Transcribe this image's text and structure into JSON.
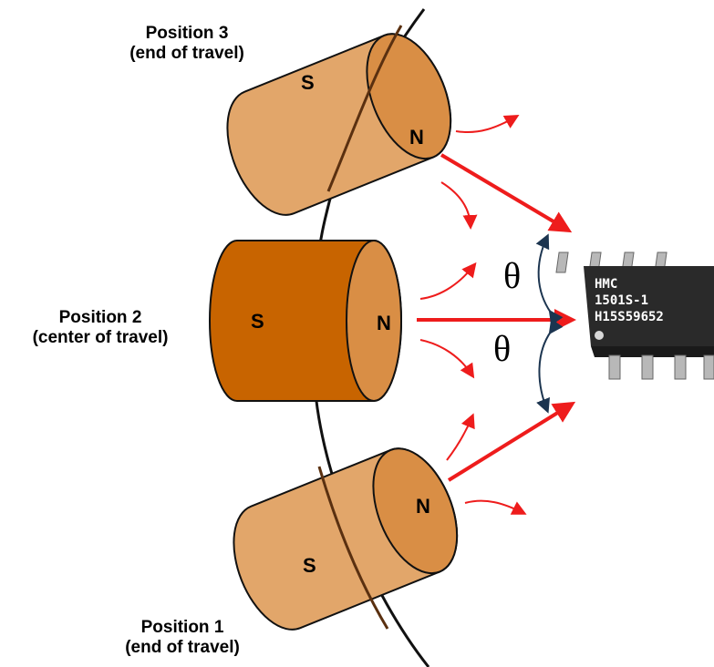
{
  "positions": {
    "p3": {
      "title": "Position 3",
      "subtitle": "(end of travel)"
    },
    "p2": {
      "title": "Position 2",
      "subtitle": "(center of travel)"
    },
    "p1": {
      "title": "Position 1",
      "subtitle": "(end of travel)"
    }
  },
  "magnet_labels": {
    "south": "S",
    "north": "N"
  },
  "angle_symbol": "θ",
  "chip": {
    "line1": "HMC",
    "line2": "1501S-1",
    "line3": "H15S59652"
  },
  "colors": {
    "magnet_light": "#e2a66a",
    "magnet_dark": "#c86400",
    "field_arrow": "#ee1c1c",
    "angle_arrow": "#1c3550",
    "chip_body": "#2a2a2a",
    "chip_pin": "#b8b8b8"
  }
}
